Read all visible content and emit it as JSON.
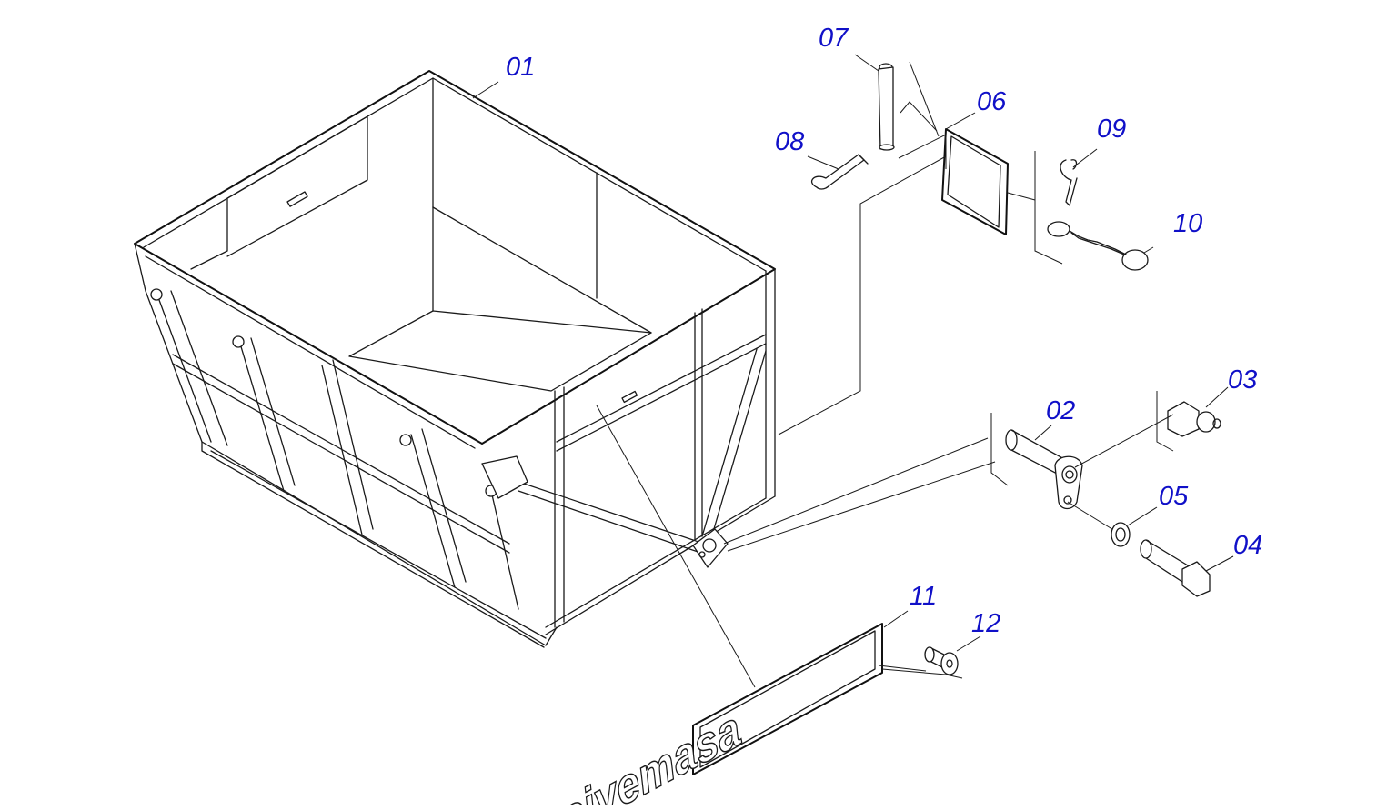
{
  "diagram": {
    "callouts": [
      {
        "id": "01",
        "label": "01"
      },
      {
        "id": "02",
        "label": "02"
      },
      {
        "id": "03",
        "label": "03"
      },
      {
        "id": "04",
        "label": "04"
      },
      {
        "id": "05",
        "label": "05"
      },
      {
        "id": "06",
        "label": "06"
      },
      {
        "id": "07",
        "label": "07"
      },
      {
        "id": "08",
        "label": "08"
      },
      {
        "id": "09",
        "label": "09"
      },
      {
        "id": "10",
        "label": "10"
      },
      {
        "id": "11",
        "label": "11"
      },
      {
        "id": "12",
        "label": "12"
      }
    ],
    "callout_color": "#1010c8",
    "line_color": "#1a1a1a",
    "nameplate_logo": "civemasa"
  }
}
